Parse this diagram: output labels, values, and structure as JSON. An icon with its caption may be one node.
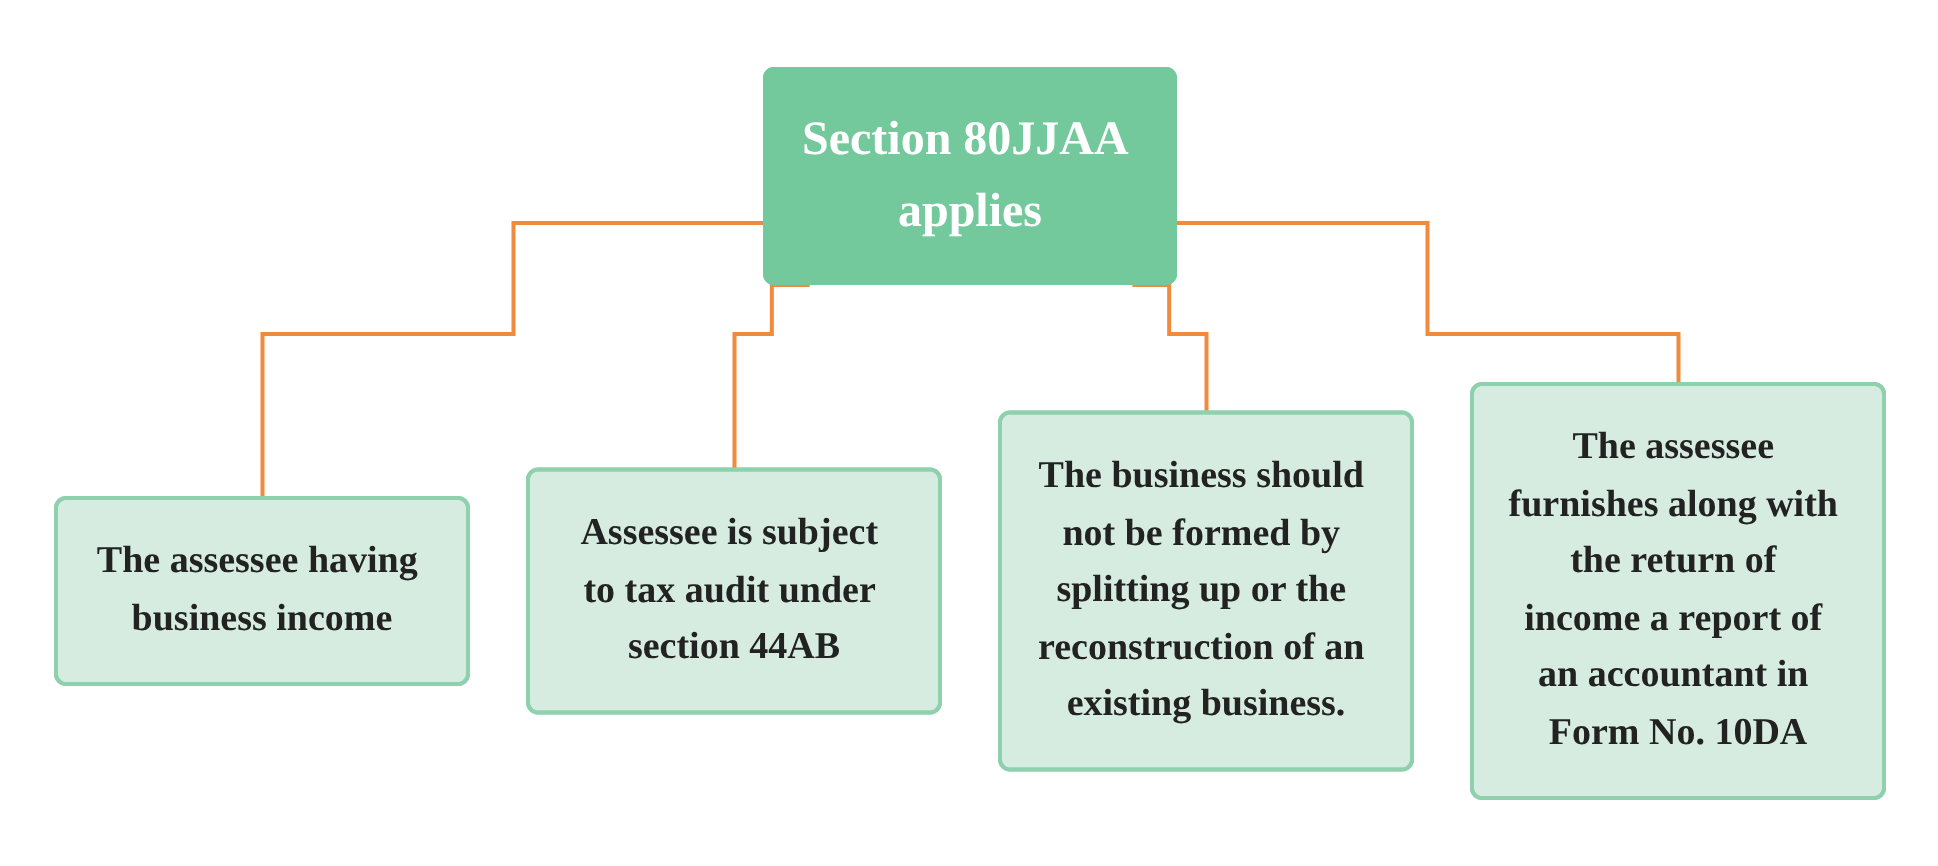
{
  "diagram": {
    "nodes": [
      {
        "text": [
          "Section 80JJAA applies"
        ]
      },
      {
        "text": [
          "The assessee having business income"
        ]
      },
      {
        "text": [
          "Assessee is subject to tax audit under section 44AB"
        ]
      },
      {
        "text": [
          "The business should not be formed by splitting up or the reconstruction of an existing business."
        ]
      },
      {
        "text": [
          "The assessee furnishes along with the return of income a report of an accountant in Form No. 10DA"
        ]
      }
    ],
    "edges": [
      {
        "from": 0,
        "to": 1,
        "arrow": "none"
      },
      {
        "from": 0,
        "to": 2,
        "arrow": "none"
      },
      {
        "from": 0,
        "to": 3,
        "arrow": "none"
      },
      {
        "from": 0,
        "to": 4,
        "arrow": "none"
      }
    ]
  }
}
